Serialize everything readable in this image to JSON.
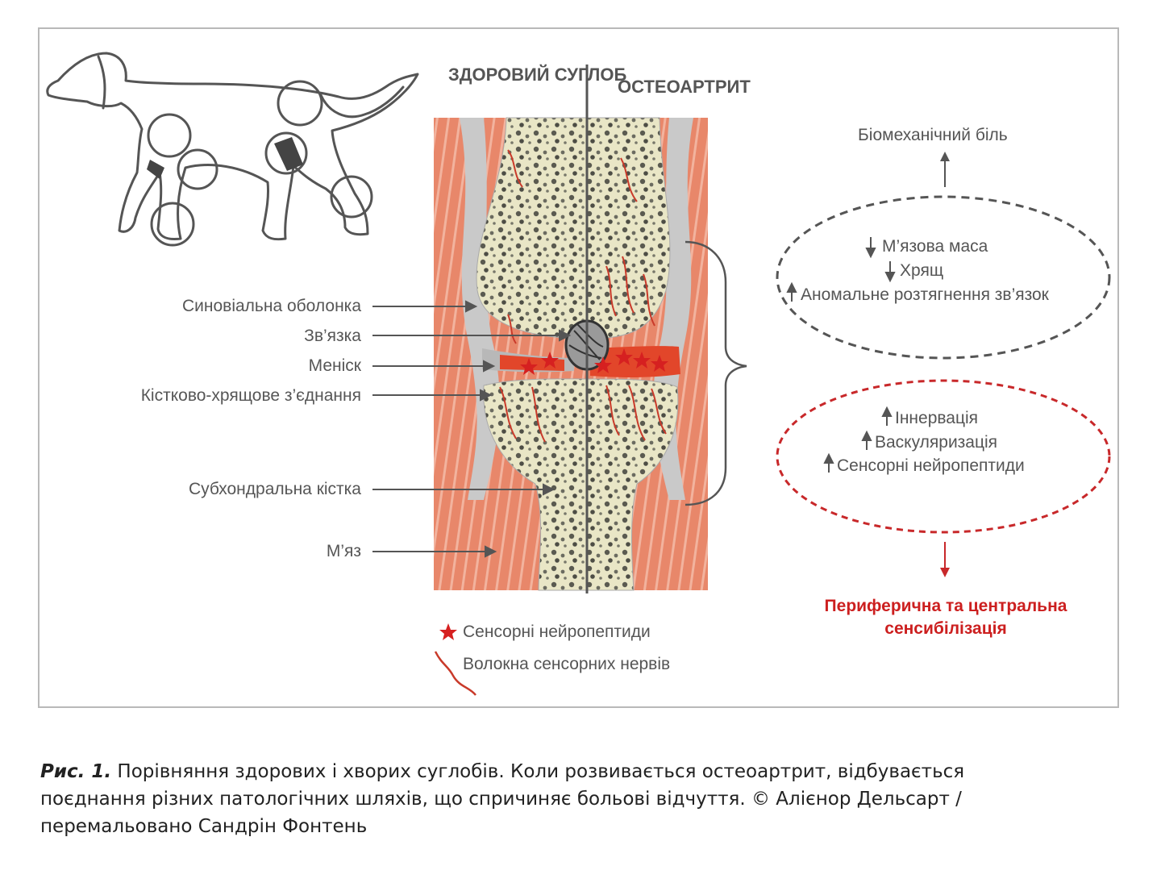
{
  "headers": {
    "healthy": "ЗДОРОВИЙ СУГЛОБ",
    "oa": "ОСТЕОАРТРИТ"
  },
  "left_labels": [
    "Синовіальна оболонка",
    "Зв’язка",
    "Меніск",
    "Кістково-хрящове з’єднання",
    "Субхондральна кістка",
    "М’яз"
  ],
  "right_panel": {
    "top_label": "Біомеханічний біль",
    "grey_ellipse": [
      {
        "arrow": "down",
        "text": "М’язова маса"
      },
      {
        "arrow": "down",
        "text": "Хрящ"
      },
      {
        "arrow": "up",
        "text": "Аномальне розтягнення зв’язок"
      }
    ],
    "red_ellipse": [
      {
        "arrow": "up",
        "text": "Іннервація"
      },
      {
        "arrow": "up",
        "text": "Васкуляризація"
      },
      {
        "arrow": "up",
        "text": "Сенсорні нейропептиди"
      }
    ],
    "bottom_label_line1": "Периферична та центральна",
    "bottom_label_line2": "сенсибілізація"
  },
  "legend": {
    "star": "Сенсорні нейропептиди",
    "nerve": "Волокна сенсорних нервів"
  },
  "caption": {
    "prefix": "Рис. 1.",
    "text": " Порівняння здорових і хворих суглобів. Коли розвивається остеоартрит, відбувається поєднання різних патологічних шляхів, що спричиняє больові відчуття. © Алієнор Дельсарт / перемальовано Сандрін Фонтень"
  },
  "colors": {
    "muscle": "#e8876a",
    "bone": "#e9e6c6",
    "cartilage_red": "#e2462a",
    "star": "#d62020",
    "arrow_grey": "#666666",
    "red_text": "#cc1f1f"
  }
}
